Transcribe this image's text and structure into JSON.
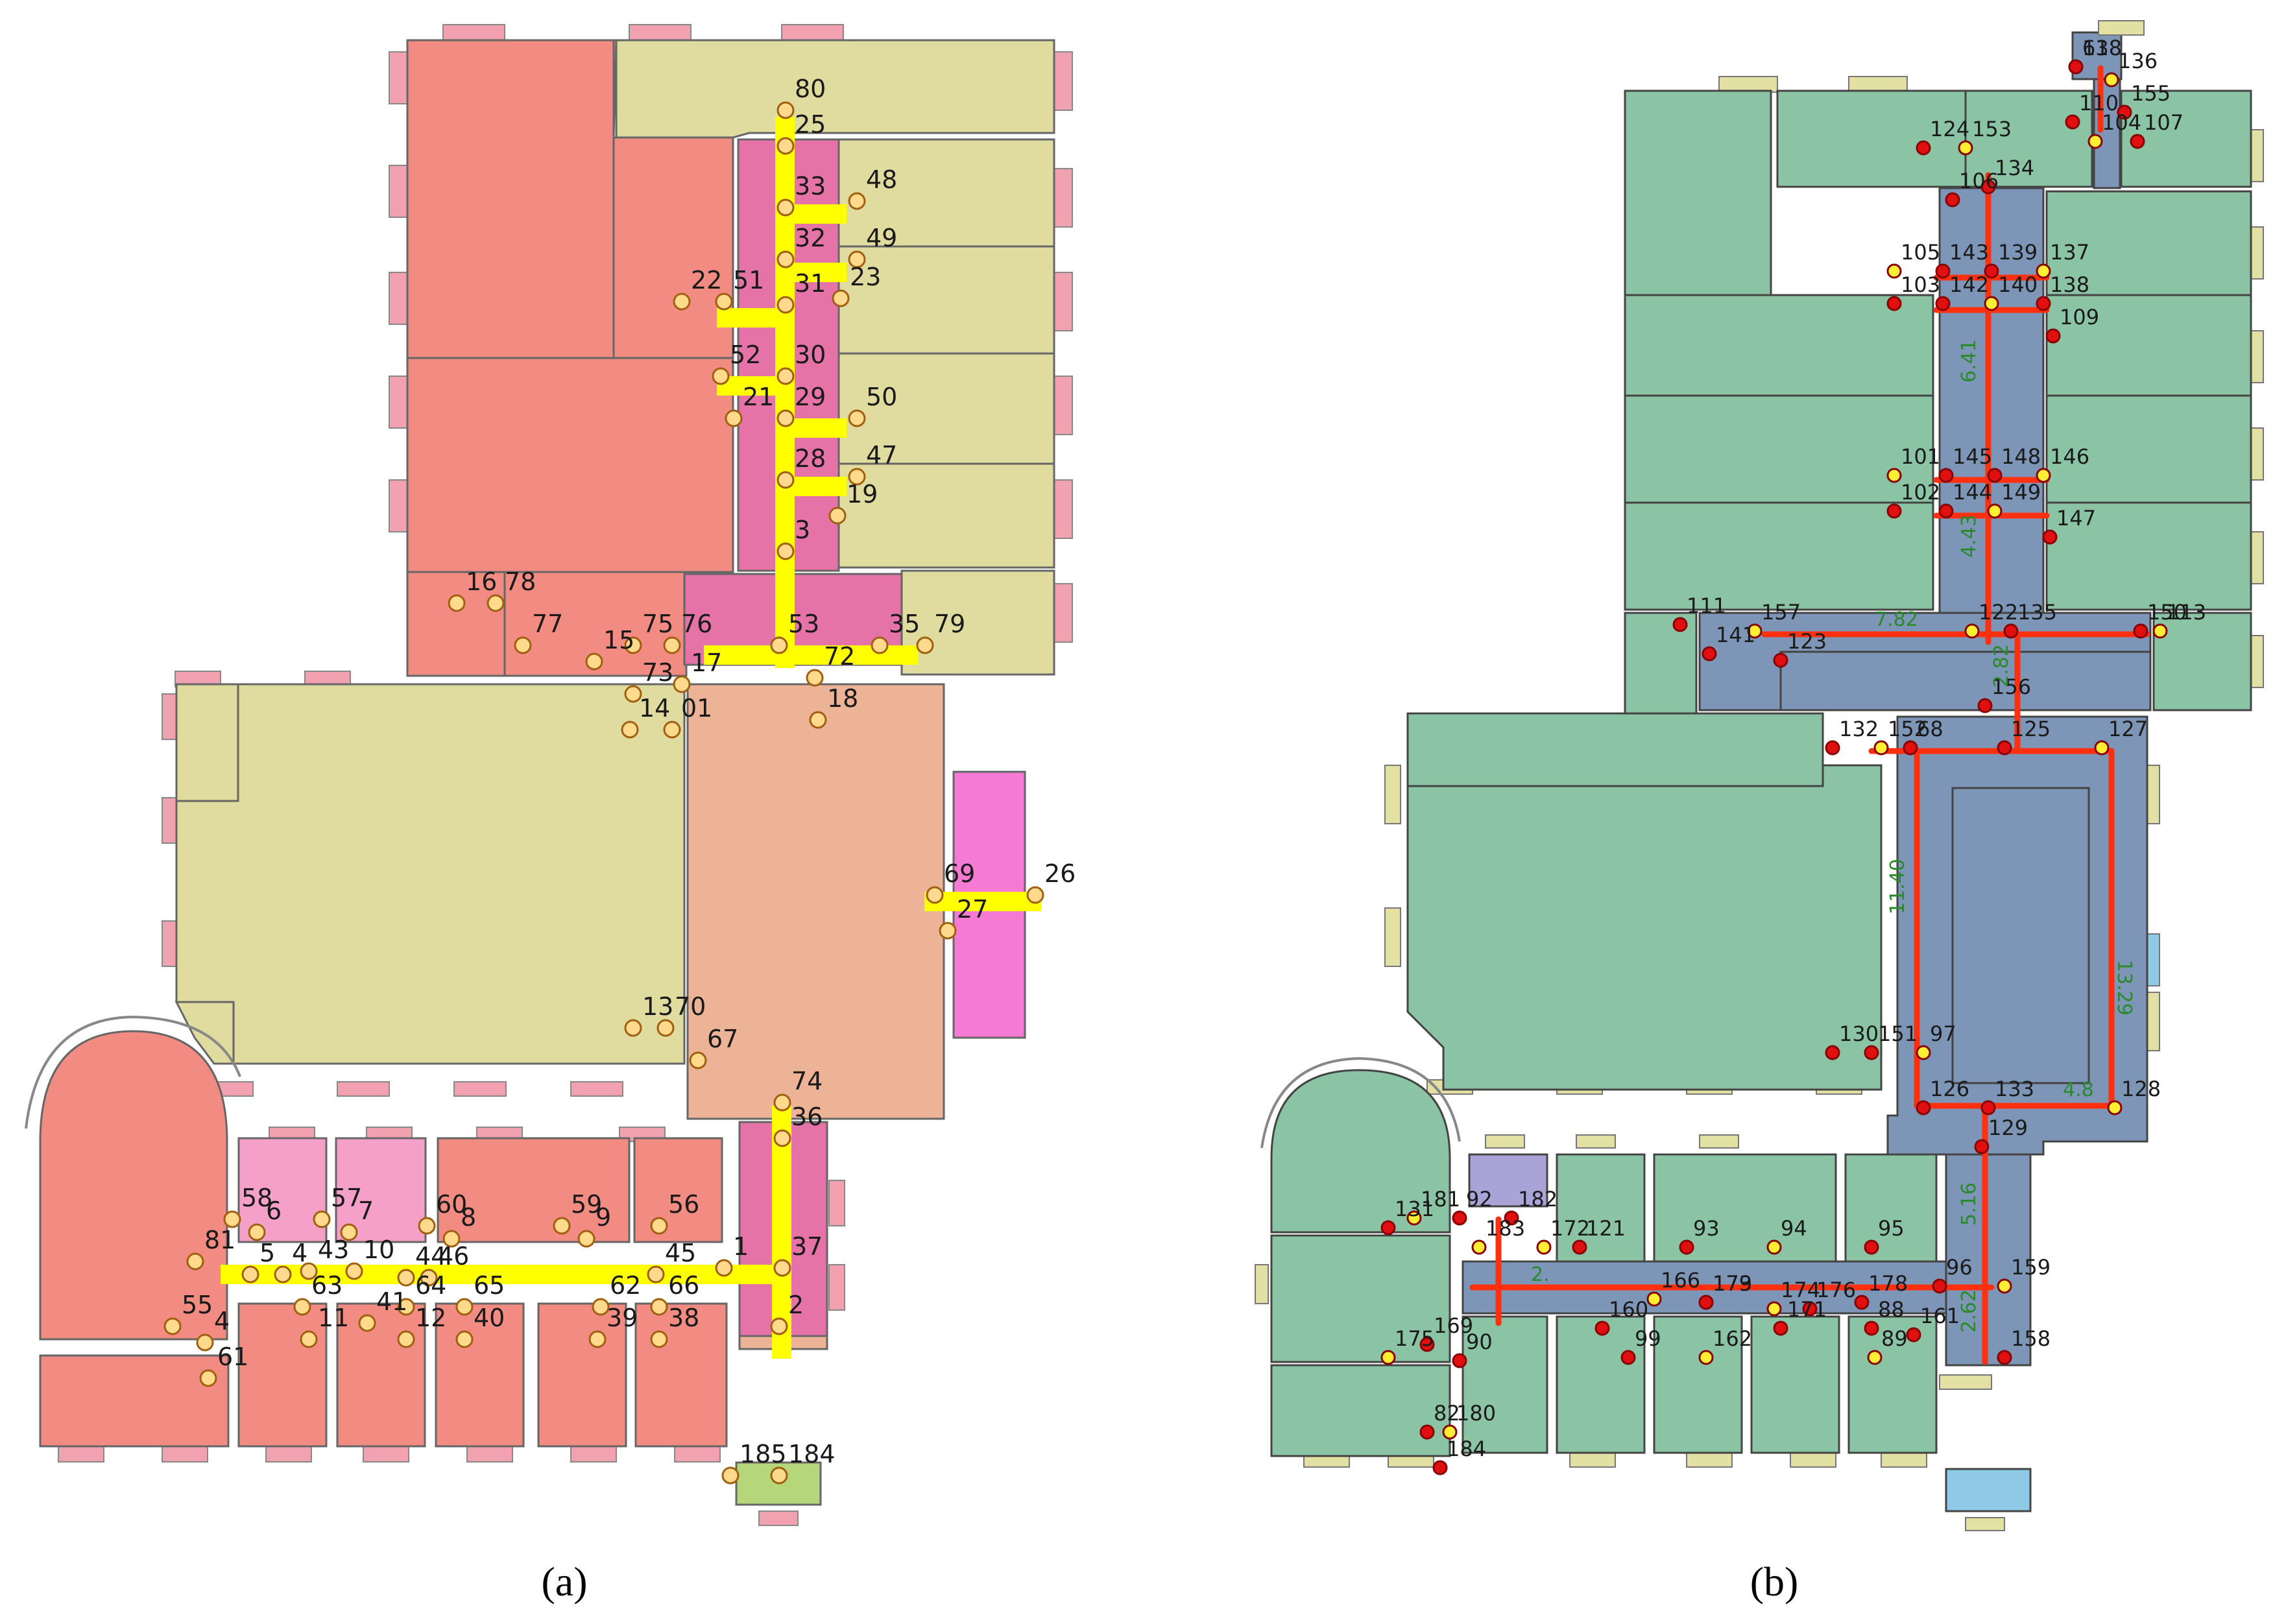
{
  "colors": {
    "a_red": "#f28b82",
    "a_khaki": "#e0db9e",
    "a_pink": "#e573a8",
    "a_salmon": "#ecb397",
    "a_magenta": "#f47ad4",
    "a_lightpink": "#f5a0c8",
    "a_lime": "#b5d77a",
    "a_tab": "#f1a1b0",
    "a_path": "#ffff00",
    "a_node": "#ffd98c",
    "b_green": "#8bc4a5",
    "b_blue": "#7d95b6",
    "b_violet": "#aaa3d8",
    "b_sky": "#8ecae6",
    "b_tab": "#e3e0a3",
    "b_path": "#ff3010",
    "b_node_red": "#e01010",
    "b_node_yellow": "#ffee33"
  },
  "figure": {
    "caption_a": "(a)",
    "caption_b": "(b)",
    "panel_a": {
      "labels": [
        "80",
        "25",
        "33",
        "48",
        "32",
        "49",
        "23",
        "22",
        "51",
        "31",
        "52",
        "21",
        "30",
        "29",
        "50",
        "28",
        "47",
        "19",
        "3",
        "16",
        "78",
        "77",
        "15",
        "75",
        "76",
        "53",
        "72",
        "35",
        "79",
        "17",
        "73",
        "14",
        "01",
        "18",
        "69",
        "27",
        "26",
        "13",
        "70",
        "67",
        "74",
        "36",
        "58",
        "6",
        "57",
        "7",
        "60",
        "8",
        "59",
        "9",
        "56",
        "81",
        "5",
        "4",
        "43",
        "10",
        "44",
        "46",
        "45",
        "1",
        "37",
        "63",
        "64",
        "65",
        "62",
        "66",
        "11",
        "41",
        "12",
        "40",
        "39",
        "38",
        "55",
        "4",
        "61",
        "2",
        "185",
        "184"
      ]
    },
    "panel_b": {
      "labels": [
        "118",
        "136",
        "110",
        "155",
        "104",
        "107",
        "124",
        "153",
        "134",
        "106",
        "105",
        "143",
        "139",
        "137",
        "103",
        "142",
        "140",
        "138",
        "109",
        "101",
        "145",
        "148",
        "146",
        "102",
        "144",
        "149",
        "147",
        "111",
        "157",
        "141",
        "123",
        "122",
        "135",
        "150",
        "113",
        "156",
        "132",
        "152",
        "68",
        "125",
        "127",
        "130",
        "151",
        "97",
        "126",
        "133",
        "128",
        "129",
        "131",
        "181",
        "92",
        "182",
        "183",
        "121",
        "93",
        "94",
        "95",
        "96",
        "159",
        "158",
        "160",
        "166",
        "179",
        "173",
        "174",
        "176",
        "178",
        "172",
        "161",
        "99",
        "162",
        "171",
        "88",
        "89",
        "169",
        "90",
        "175",
        "82",
        "184",
        "180",
        "63"
      ],
      "weights": [
        "6.41",
        "4.43",
        "7.82",
        "2.82",
        "11.40",
        "13.29",
        "4.8",
        "5.16",
        "2.62",
        "2."
      ]
    }
  }
}
